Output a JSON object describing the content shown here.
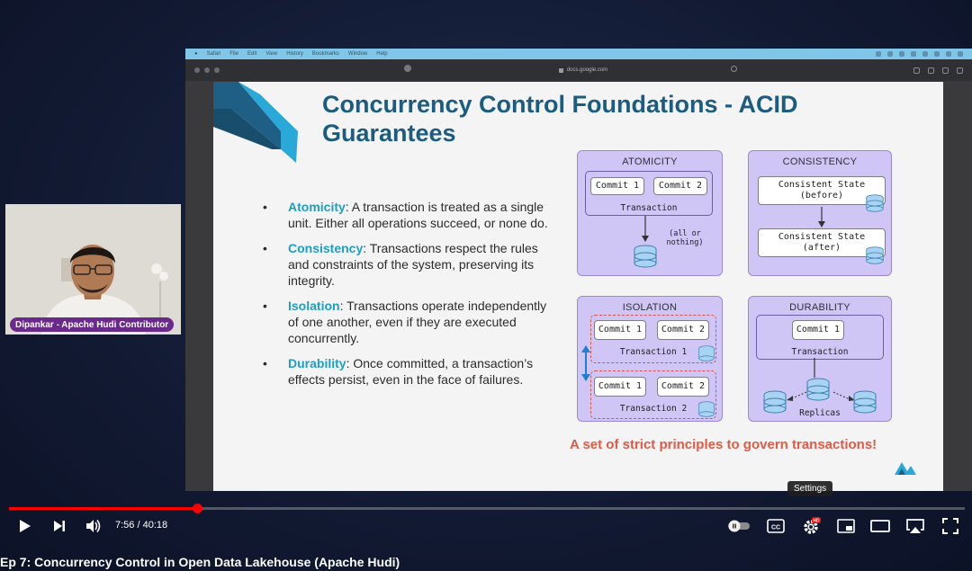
{
  "safari": {
    "menu": [
      "Safari",
      "File",
      "Edit",
      "View",
      "History",
      "Bookmarks",
      "Window",
      "Help"
    ],
    "url": "docs.google.com"
  },
  "slide": {
    "title_line1": "Concurrency Control Foundations - ACID",
    "title_line2": "Guarantees",
    "bullets": [
      {
        "term": "Atomicity",
        "text": ": A transaction is treated as a single unit. Either all operations succeed, or none do."
      },
      {
        "term": "Consistency",
        "text": ": Transactions respect the rules and constraints of the system, preserving its integrity."
      },
      {
        "term": "Isolation",
        "text": ": Transactions operate independently of one another, even if they are executed concurrently."
      },
      {
        "term": "Durability",
        "text": ": Once committed, a transaction’s effects persist, even in the face of failures."
      }
    ],
    "panels": {
      "atomicity": {
        "title": "ATOMICITY",
        "commit1": "Commit 1",
        "commit2": "Commit 2",
        "transaction": "Transaction",
        "note": "(all or nothing)"
      },
      "consistency": {
        "title": "CONSISTENCY",
        "before": "Consistent State\n(before)",
        "after": "Consistent State\n(after)"
      },
      "isolation": {
        "title": "ISOLATION",
        "commit1": "Commit 1",
        "commit2": "Commit 2",
        "t1": "Transaction 1",
        "t2": "Transaction 2"
      },
      "durability": {
        "title": "DURABILITY",
        "commit1": "Commit 1",
        "transaction": "Transaction",
        "replicas": "Replicas"
      }
    },
    "tagline": "A set of strict principles to govern transactions!"
  },
  "webcam": {
    "name_tag": "Dipankar - Apache Hudi Contributor"
  },
  "player": {
    "time": "7:56 / 40:18",
    "progress": 0.197,
    "tooltip": "Settings",
    "hd_badge": "HD",
    "title": "Ep 7: Concurrency Control in Open Data Lakehouse (Apache Hudi)",
    "colors": {
      "progress": "#ff0000",
      "accent_term": "#1e9ec4",
      "title": "#1b5c80",
      "tagline": "#e05a46"
    }
  }
}
